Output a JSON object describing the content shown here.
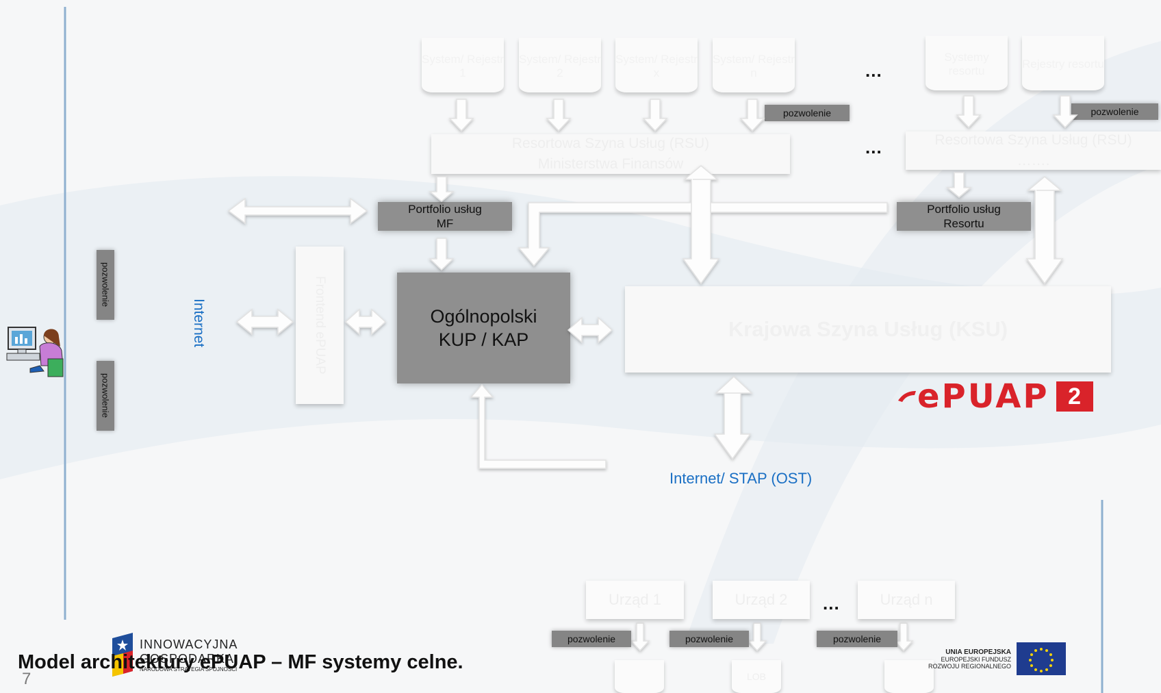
{
  "systems": [
    {
      "label": "System/ Rejestr 1"
    },
    {
      "label": "System/ Rejestr 2"
    },
    {
      "label": "System/ Rejestr x"
    },
    {
      "label": "System/ Rejestr n"
    },
    {
      "label": "Systemy resortu"
    },
    {
      "label": "Rejestry resortu"
    }
  ],
  "ellipsis": "...",
  "permit_label": "pozwolenie",
  "rsu_mf": {
    "line1": "Resortowa Szyna Usług (RSU)",
    "line2": "Ministerstwa Finansów"
  },
  "rsu_other": {
    "line1": "Resortowa Szyna Usług (RSU)",
    "line2": "……."
  },
  "portfolio_mf": {
    "line1": "Portfolio usług",
    "line2": "MF"
  },
  "portfolio_resort": {
    "line1": "Portfolio usług",
    "line2": "Resortu"
  },
  "frontend": "Frontend ePUAP",
  "internet_label": "Internet",
  "kup": {
    "line1": "Ogólnopolski",
    "line2": "KUP / KAP"
  },
  "ksu": "Krajowa Szyna Usług (KSU)",
  "epuap_logo": {
    "text": "ePUAP",
    "number": "2",
    "color": "#d9232a"
  },
  "stap_label": "Internet/ STAP (OST)",
  "offices": [
    {
      "label": "Urząd 1"
    },
    {
      "label": "Urząd 2"
    },
    {
      "label": "Urząd n"
    }
  ],
  "lob_label": "LOB",
  "title": "Model architektury ePUAP – MF systemy celne.",
  "page_number": "7",
  "ig_logo": {
    "line1": "INNOWACYJNA",
    "line2": "GOSPODARKA",
    "line3": "NARODOWA STRATEGIA SPÓJNOŚCI"
  },
  "eu_logo": {
    "line1": "UNIA EUROPEJSKA",
    "line2": "EUROPEJSKI FUNDUSZ",
    "line3": "ROZWOJU REGIONALNEGO",
    "flag_color": "#1f3c8f",
    "star_color": "#f5d20a"
  },
  "colors": {
    "link_blue": "#1a6fc4",
    "box_gray": "#8f8f8f"
  }
}
